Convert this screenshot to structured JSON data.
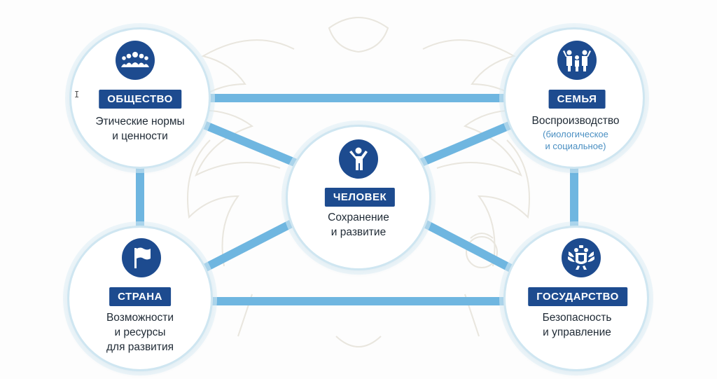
{
  "colors": {
    "link": "#6fb6e0",
    "badge": "#1d4b8f",
    "icon": "#1d4b8f",
    "note": "#4a8fc2",
    "ring": "#cfe6f1"
  },
  "nodes": {
    "society": {
      "title": "ОБЩЕСТВО",
      "lines": [
        "Этические нормы",
        "и ценности"
      ],
      "icon": "crowd-icon"
    },
    "family": {
      "title": "СЕМЬЯ",
      "lines": [
        "Воспроизводство"
      ],
      "note_lines": [
        "(биологическое",
        "и социальное)"
      ],
      "icon": "family-icon"
    },
    "person": {
      "title": "ЧЕЛОВЕК",
      "lines": [
        "Сохранение",
        "и развитие"
      ],
      "icon": "person-icon"
    },
    "country": {
      "title": "СТРАНА",
      "lines": [
        "Возможности",
        "и ресурсы",
        "для развития"
      ],
      "icon": "flag-icon"
    },
    "state": {
      "title": "ГОСУДАРСТВО",
      "lines": [
        "Безопасность",
        "и управление"
      ],
      "icon": "coat-of-arms-icon"
    }
  }
}
